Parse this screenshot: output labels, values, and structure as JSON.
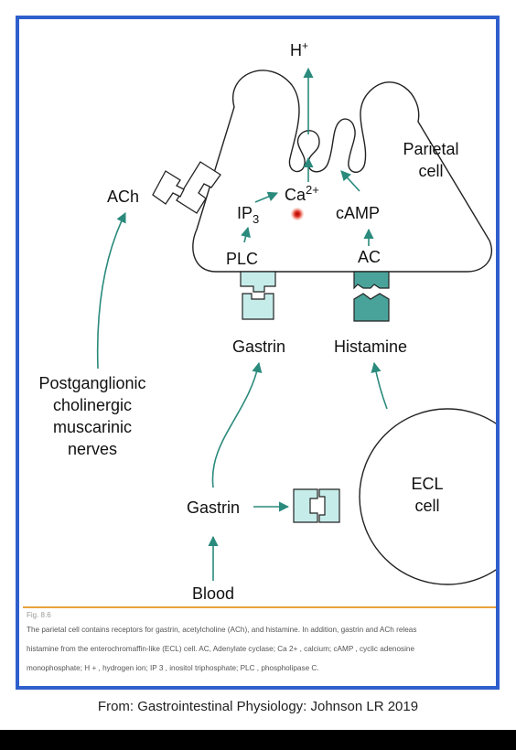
{
  "labels": {
    "h_plus": "H",
    "h_plus_sup": "+",
    "parietal_cell_line1": "Parietal",
    "parietal_cell_line2": "cell",
    "ach": "ACh",
    "ca": "Ca",
    "ca_sup": "2+",
    "ip3": "IP",
    "ip3_sub": "3",
    "camp": "cAMP",
    "plc": "PLC",
    "ac": "AC",
    "gastrin_receptor": "Gastrin",
    "histamine": "Histamine",
    "nerves_line1": "Postganglionic",
    "nerves_line2": "cholinergic",
    "nerves_line3": "muscarinic",
    "nerves_line4": "nerves",
    "ecl_line1": "ECL",
    "ecl_line2": "cell",
    "gastrin_blood": "Gastrin",
    "blood": "Blood"
  },
  "caption": {
    "fig": "Fig. 8.6",
    "line1": "The parietal cell contains receptors for gastrin, acetylcholine (ACh), and histamine. In addition, gastrin and ACh releas",
    "line2": "histamine from the enterochromaffin-like (ECL) cell. AC, Adenylate cyclase; Ca 2+ , calcium; cAMP , cyclic adenosine",
    "line3": "monophosphate; H + , hydrogen ion; IP 3 , inositol triphosphate; PLC , phospholipase C."
  },
  "source": "From: Gastrointestinal Physiology: Johnson LR 2019",
  "colors": {
    "frame": "#2e5fcc",
    "arrow": "#2a8a7c",
    "receptor_light": "#c6ecea",
    "receptor_dark": "#4aa39a",
    "caption_rule": "#e8a33a"
  }
}
